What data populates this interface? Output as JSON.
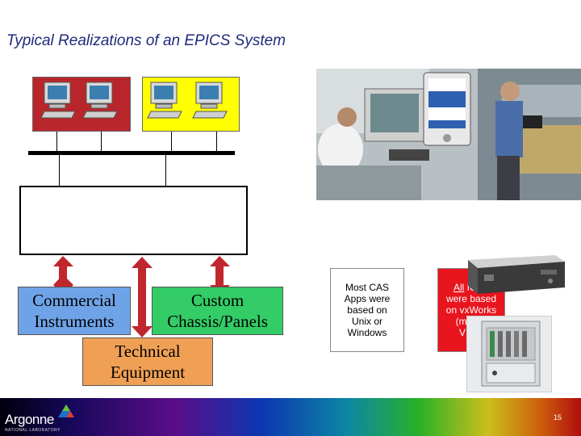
{
  "slide": {
    "title": "Typical Realizations of an EPICS System"
  },
  "diagram": {
    "box_commercial": {
      "line1": "Commercial",
      "line2": "Instruments",
      "color": "#6fa3e8"
    },
    "box_custom": {
      "line1": "Custom",
      "line2": "Chassis/Panels",
      "color": "#33cc66"
    },
    "box_technical": {
      "line1": "Technical",
      "line2": "Equipment",
      "color": "#f0a055"
    },
    "opi_group_colors": [
      "#b8262c",
      "#ffff00"
    ],
    "icons": [
      "workstation-icon",
      "workstation-icon",
      "workstation-icon",
      "workstation-icon",
      "double-arrow-icon",
      "double-arrow-icon",
      "double-arrow-icon"
    ]
  },
  "notes": {
    "cas": "Most CAS Apps were based on Unix or Windows",
    "ioc_prefix": "All",
    "ioc_rest": " IOCs were based on vxWorks (mostly VME)"
  },
  "footer": {
    "logo": "Argonne",
    "logo_sub": "NATIONAL LABORATORY",
    "page_number": "15"
  }
}
